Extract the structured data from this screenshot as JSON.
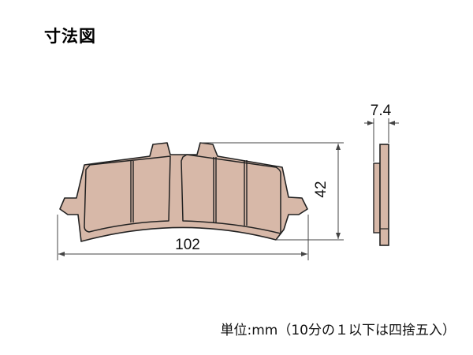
{
  "page": {
    "title": "寸法図",
    "unit_note": "単位:mm（10分の１以下は四捨五入）"
  },
  "dimensions": {
    "width_label": "102",
    "height_label": "42",
    "thickness_label": "7.4"
  },
  "colors": {
    "pad_fill": "#d7b8a8",
    "pad_stroke": "#222222",
    "dim_line": "#444444"
  }
}
